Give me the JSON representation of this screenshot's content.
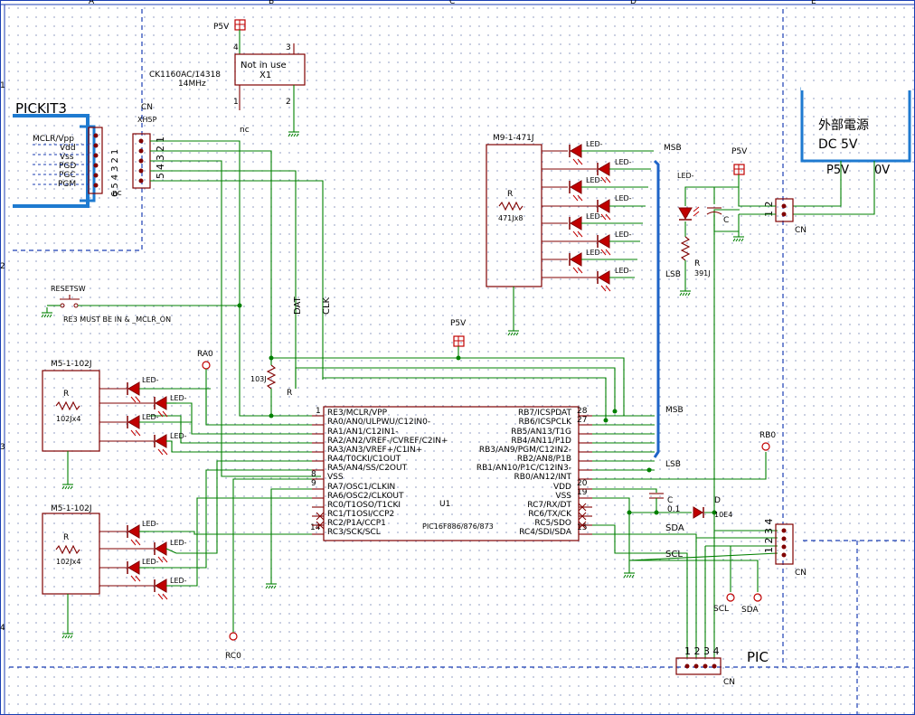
{
  "border": {
    "col_labels": [
      "A",
      "B",
      "C",
      "D",
      "E"
    ],
    "row_labels": [
      "1",
      "2",
      "3",
      "4"
    ]
  },
  "pickit": {
    "title": "PICKIT3",
    "pins": [
      "MCLR/Vpp",
      "Vdd",
      "Vss",
      "PGD",
      "PGC",
      "PGM"
    ],
    "nums": [
      "1",
      "2",
      "3",
      "4",
      "5",
      "6"
    ],
    "nc": "nc"
  },
  "cn_pickit": {
    "ref": "CN",
    "type": "XH5P",
    "nums": [
      "1",
      "2",
      "3",
      "4",
      "5"
    ]
  },
  "crystal": {
    "part": "CK1160AC/14318",
    "freq": "14MHz",
    "body": "Not in use",
    "ref": "X1",
    "p4": "4",
    "p3": "3",
    "p1": "1",
    "p2": "2",
    "nc": "nc",
    "p5v": "P5V"
  },
  "reset": {
    "label": "RESETSW",
    "note": "RE3 MUST BE IN & _MCLR_ON"
  },
  "nets": {
    "dat": "DAT",
    "clk": "CLK",
    "p5v_mid": "P5V",
    "ra0": "RA0",
    "rc0": "RC0",
    "rb0": "RB0",
    "msb1": "MSB",
    "lsb1": "LSB",
    "msb2": "MSB",
    "lsb2": "LSB",
    "sda": "SDA",
    "scl": "SCL",
    "sda_tp": "SDA",
    "scl_tp": "SCL",
    "pic": "PIC"
  },
  "r103": {
    "value": "103J",
    "ref": "R"
  },
  "ra_array1": {
    "part": "M5-1-102J",
    "ref": "R",
    "value": "102Jx4"
  },
  "ra_array2": {
    "part": "M5-1-102J",
    "ref": "R",
    "value": "102Jx4"
  },
  "rb_array": {
    "part": "M9-1-471J",
    "ref": "R",
    "value": "471Jx8"
  },
  "led_label": "LED-",
  "mcu": {
    "ref": "U1",
    "part": "PIC16F886/876/873",
    "left": [
      "RE3/MCLR/VPP",
      "RA0/AN0/ULPWU/C12IN0-",
      "RA1/AN1/C12IN1-",
      "RA2/AN2/VREF-/CVREF/C2IN+",
      "RA3/AN3/VREF+/C1IN+",
      "RA4/T0CKI/C1OUT",
      "RA5/AN4/SS/C2OUT",
      "VSS",
      "RA7/OSC1/CLKIN",
      "RA6/OSC2/CLKOUT",
      "RC0/T1OSO/T1CKI",
      "RC1/T1OSI/CCP2",
      "RC2/P1A/CCP1",
      "RC3/SCK/SCL"
    ],
    "right": [
      "RB7/ICSPDAT",
      "RB6/ICSPCLK",
      "RB5/AN13/T1G",
      "RB4/AN11/P1D",
      "RB3/AN9/PGM/C12IN2-",
      "RB2/AN8/P1B",
      "RB1/AN10/P1C/C12IN3-",
      "RB0/AN12/INT",
      "VDD",
      "VSS",
      "RC7/RX/DT",
      "RC6/TX/CK",
      "RC5/SDO",
      "RC4/SDI/SDA"
    ],
    "pin_left": {
      "p1": "1",
      "p8": "8",
      "p9": "9",
      "p14": "14"
    },
    "pin_right": {
      "p28": "28",
      "p27": "27",
      "p20": "20",
      "p19": "19",
      "p15": "15"
    }
  },
  "cap_decouple": {
    "ref": "C",
    "value": "0.1"
  },
  "diode": {
    "ref": "D",
    "value": "10E4"
  },
  "power": {
    "title1": "外部電源",
    "title2": "DC 5V",
    "p5v": "P5V",
    "zero": "0V",
    "p5v_flag": "P5V",
    "led": "LED-",
    "cap": "C",
    "r_ref": "R",
    "r_val": "391J",
    "cn": "CN",
    "pins": "1 2"
  },
  "i2c_cn": {
    "ref": "CN",
    "pins": "1 2 3 4"
  },
  "pic_cn": {
    "ref": "CN",
    "pins": "1 2 3 4"
  },
  "colors": {
    "wire": "#008000",
    "component": "#800000",
    "border": "#1a3eb3",
    "bus": "#1e64c8",
    "led": "#c00000"
  }
}
